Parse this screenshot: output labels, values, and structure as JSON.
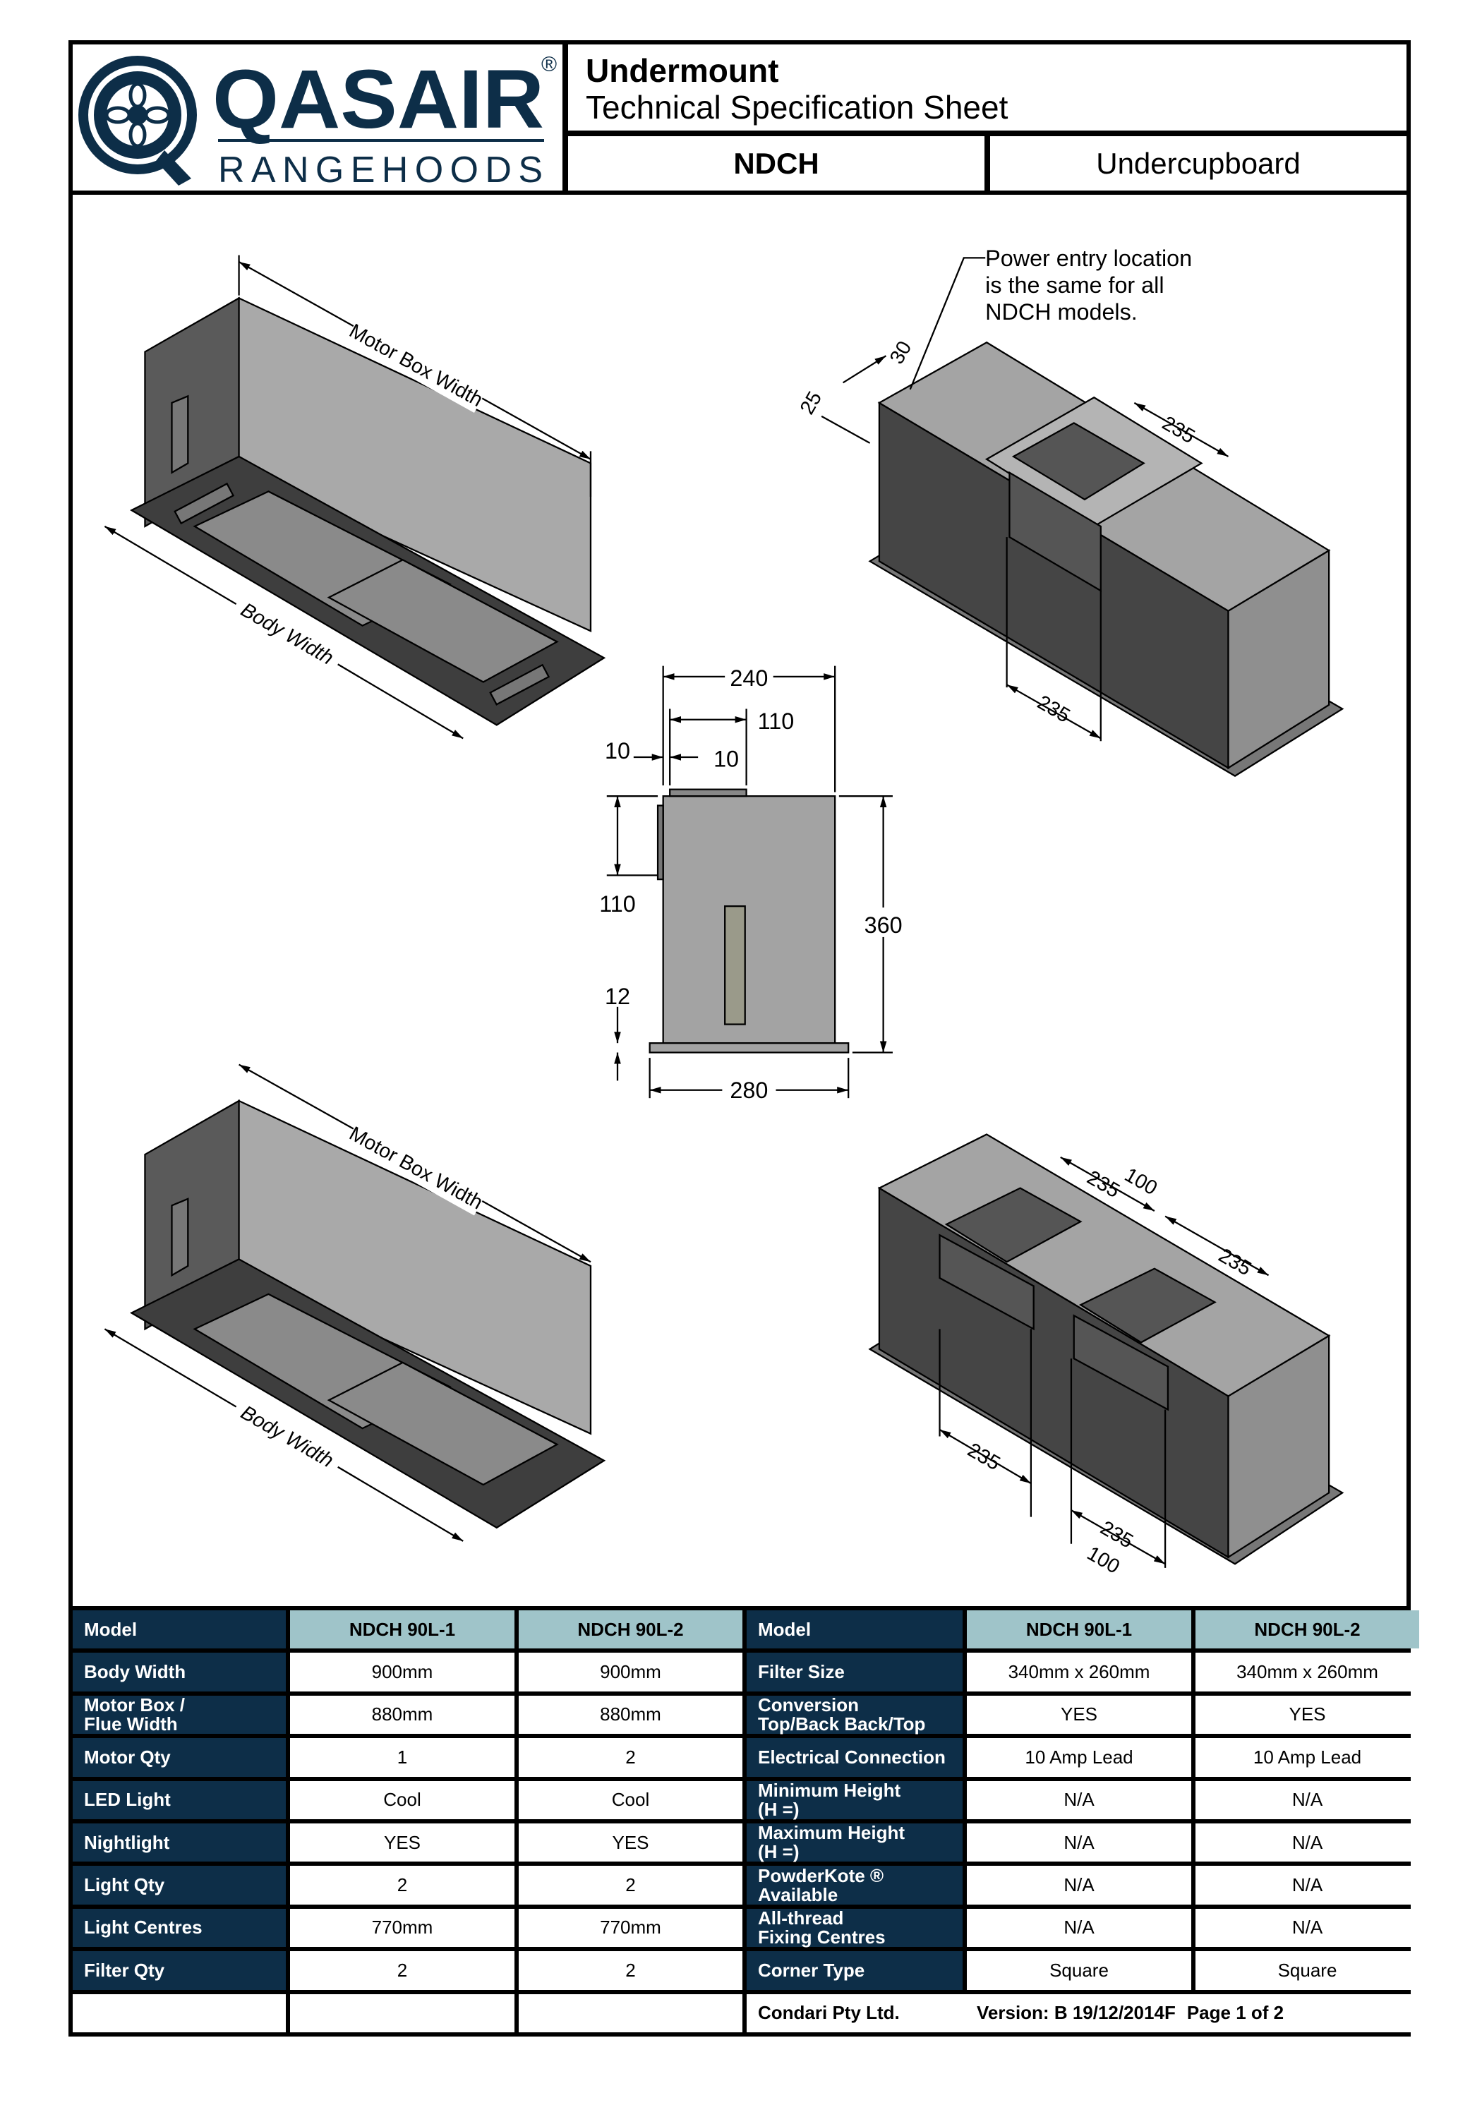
{
  "header": {
    "logo": {
      "brand": "QASAIR",
      "registered": "®",
      "sub": "RANGEHOODS"
    },
    "title_line1": "Undermount",
    "title_line2": "Technical Specification Sheet",
    "model": "NDCH",
    "type": "Undercupboard"
  },
  "drawings": {
    "iso_top_left": {
      "motor_box_width": "Motor Box Width",
      "body_width": "Body Width"
    },
    "iso_bottom_left": {
      "motor_box_width": "Motor Box Width",
      "body_width": "Body Width"
    },
    "iso_top_right": {
      "note": [
        "Power entry location",
        "is the same for all",
        "NDCH models."
      ],
      "dims": {
        "d30": "30",
        "d25": "25",
        "d235_top": "235",
        "d235_front": "235"
      }
    },
    "front_view": {
      "d240": "240",
      "d110_top": "110",
      "d10_left": "10",
      "d10_right": "10",
      "d110_side": "110",
      "d360": "360",
      "d12": "12",
      "d280": "280"
    },
    "iso_bottom_right": {
      "dims": {
        "d235_a": "235",
        "d100_a": "100",
        "d235_b": "235",
        "d235_c": "235",
        "d235_d": "235",
        "d100_b": "100"
      }
    }
  },
  "specs": {
    "left": [
      [
        "Model",
        "NDCH 90L-1",
        "NDCH 90L-2"
      ],
      [
        "Body Width",
        "900mm",
        "900mm"
      ],
      [
        "Motor Box /\nFlue Width",
        "880mm",
        "880mm"
      ],
      [
        "Motor Qty",
        "1",
        "2"
      ],
      [
        "LED Light",
        "Cool",
        "Cool"
      ],
      [
        "Nightlight",
        "YES",
        "YES"
      ],
      [
        "Light Qty",
        "2",
        "2"
      ],
      [
        "Light Centres",
        "770mm",
        "770mm"
      ],
      [
        "Filter Qty",
        "2",
        "2"
      ]
    ],
    "right": [
      [
        "Model",
        "NDCH 90L-1",
        "NDCH 90L-2"
      ],
      [
        "Filter Size",
        "340mm x 260mm",
        "340mm x 260mm"
      ],
      [
        "Conversion\nTop/Back  Back/Top",
        "YES",
        "YES"
      ],
      [
        "Electrical Connection",
        "10 Amp Lead",
        "10 Amp Lead"
      ],
      [
        "Minimum Height\n(H =)",
        "N/A",
        "N/A"
      ],
      [
        "Maximum Height\n(H =)",
        "N/A",
        "N/A"
      ],
      [
        "PowderKote ®\nAvailable",
        "N/A",
        "N/A"
      ],
      [
        "All-thread\nFixing Centres",
        "N/A",
        "N/A"
      ],
      [
        "Corner Type",
        "Square",
        "Square"
      ]
    ]
  },
  "footer": {
    "company": "Condari Pty Ltd.",
    "version": "Version: B  19/12/2014F",
    "page": "Page 1 of 2"
  },
  "colors": {
    "navy": "#0d2e48",
    "header_blue": "#9fc4c9"
  }
}
